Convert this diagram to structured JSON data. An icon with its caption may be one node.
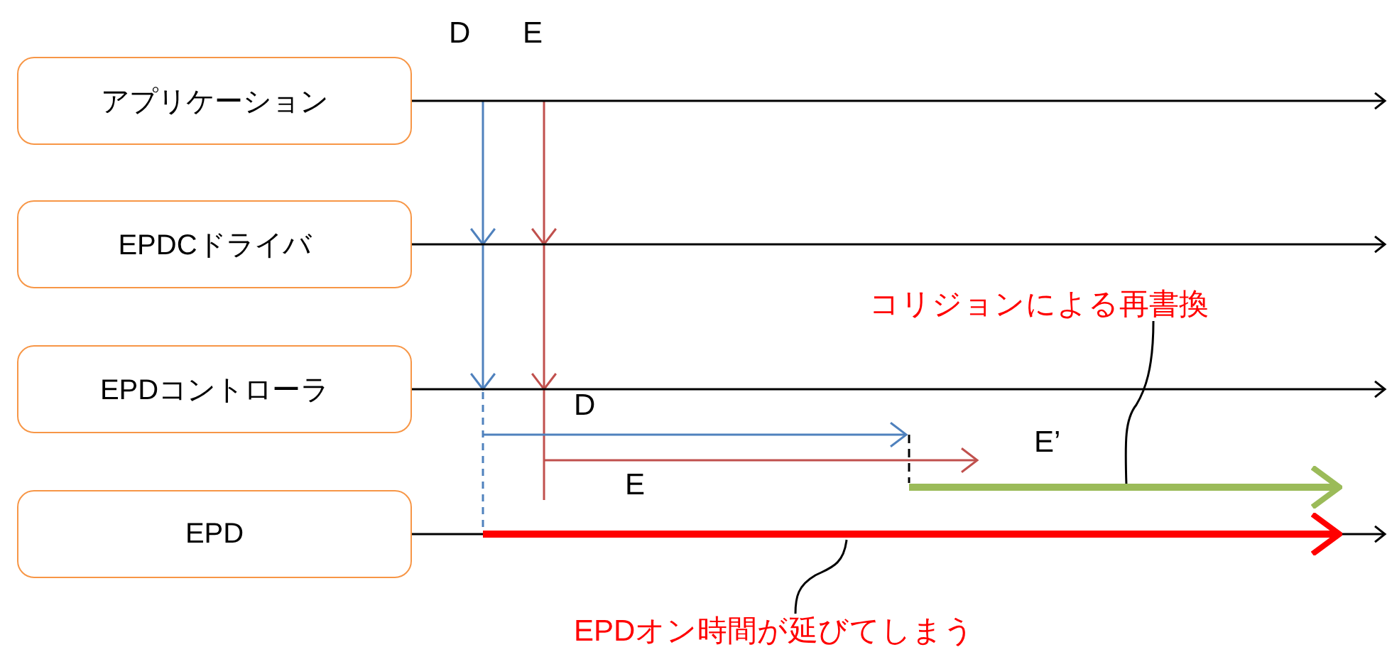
{
  "diagram": {
    "nodes": [
      {
        "text": [
          "アプリケーション"
        ]
      },
      {
        "text": [
          "EPDCドライバ"
        ]
      },
      {
        "text": [
          "EPDコントローラ"
        ]
      },
      {
        "text": [
          "EPD"
        ]
      },
      {
        "text": [
          "コリジョンによる再書換"
        ]
      },
      {
        "text": [
          "EPDオン時間が延びてしまう"
        ]
      }
    ],
    "edges": [
      {
        "from": 0,
        "to": null,
        "arrow": "to"
      },
      {
        "from": 1,
        "to": null,
        "arrow": "to"
      },
      {
        "from": 2,
        "to": null,
        "arrow": "to"
      },
      {
        "from": 3,
        "to": null,
        "arrow": "to"
      },
      {
        "from": 4,
        "to": null,
        "arrow": "none"
      },
      {
        "from": 5,
        "to": null,
        "arrow": "none"
      }
    ],
    "labels": [
      "D",
      "E",
      "D",
      "E",
      "E’"
    ]
  }
}
